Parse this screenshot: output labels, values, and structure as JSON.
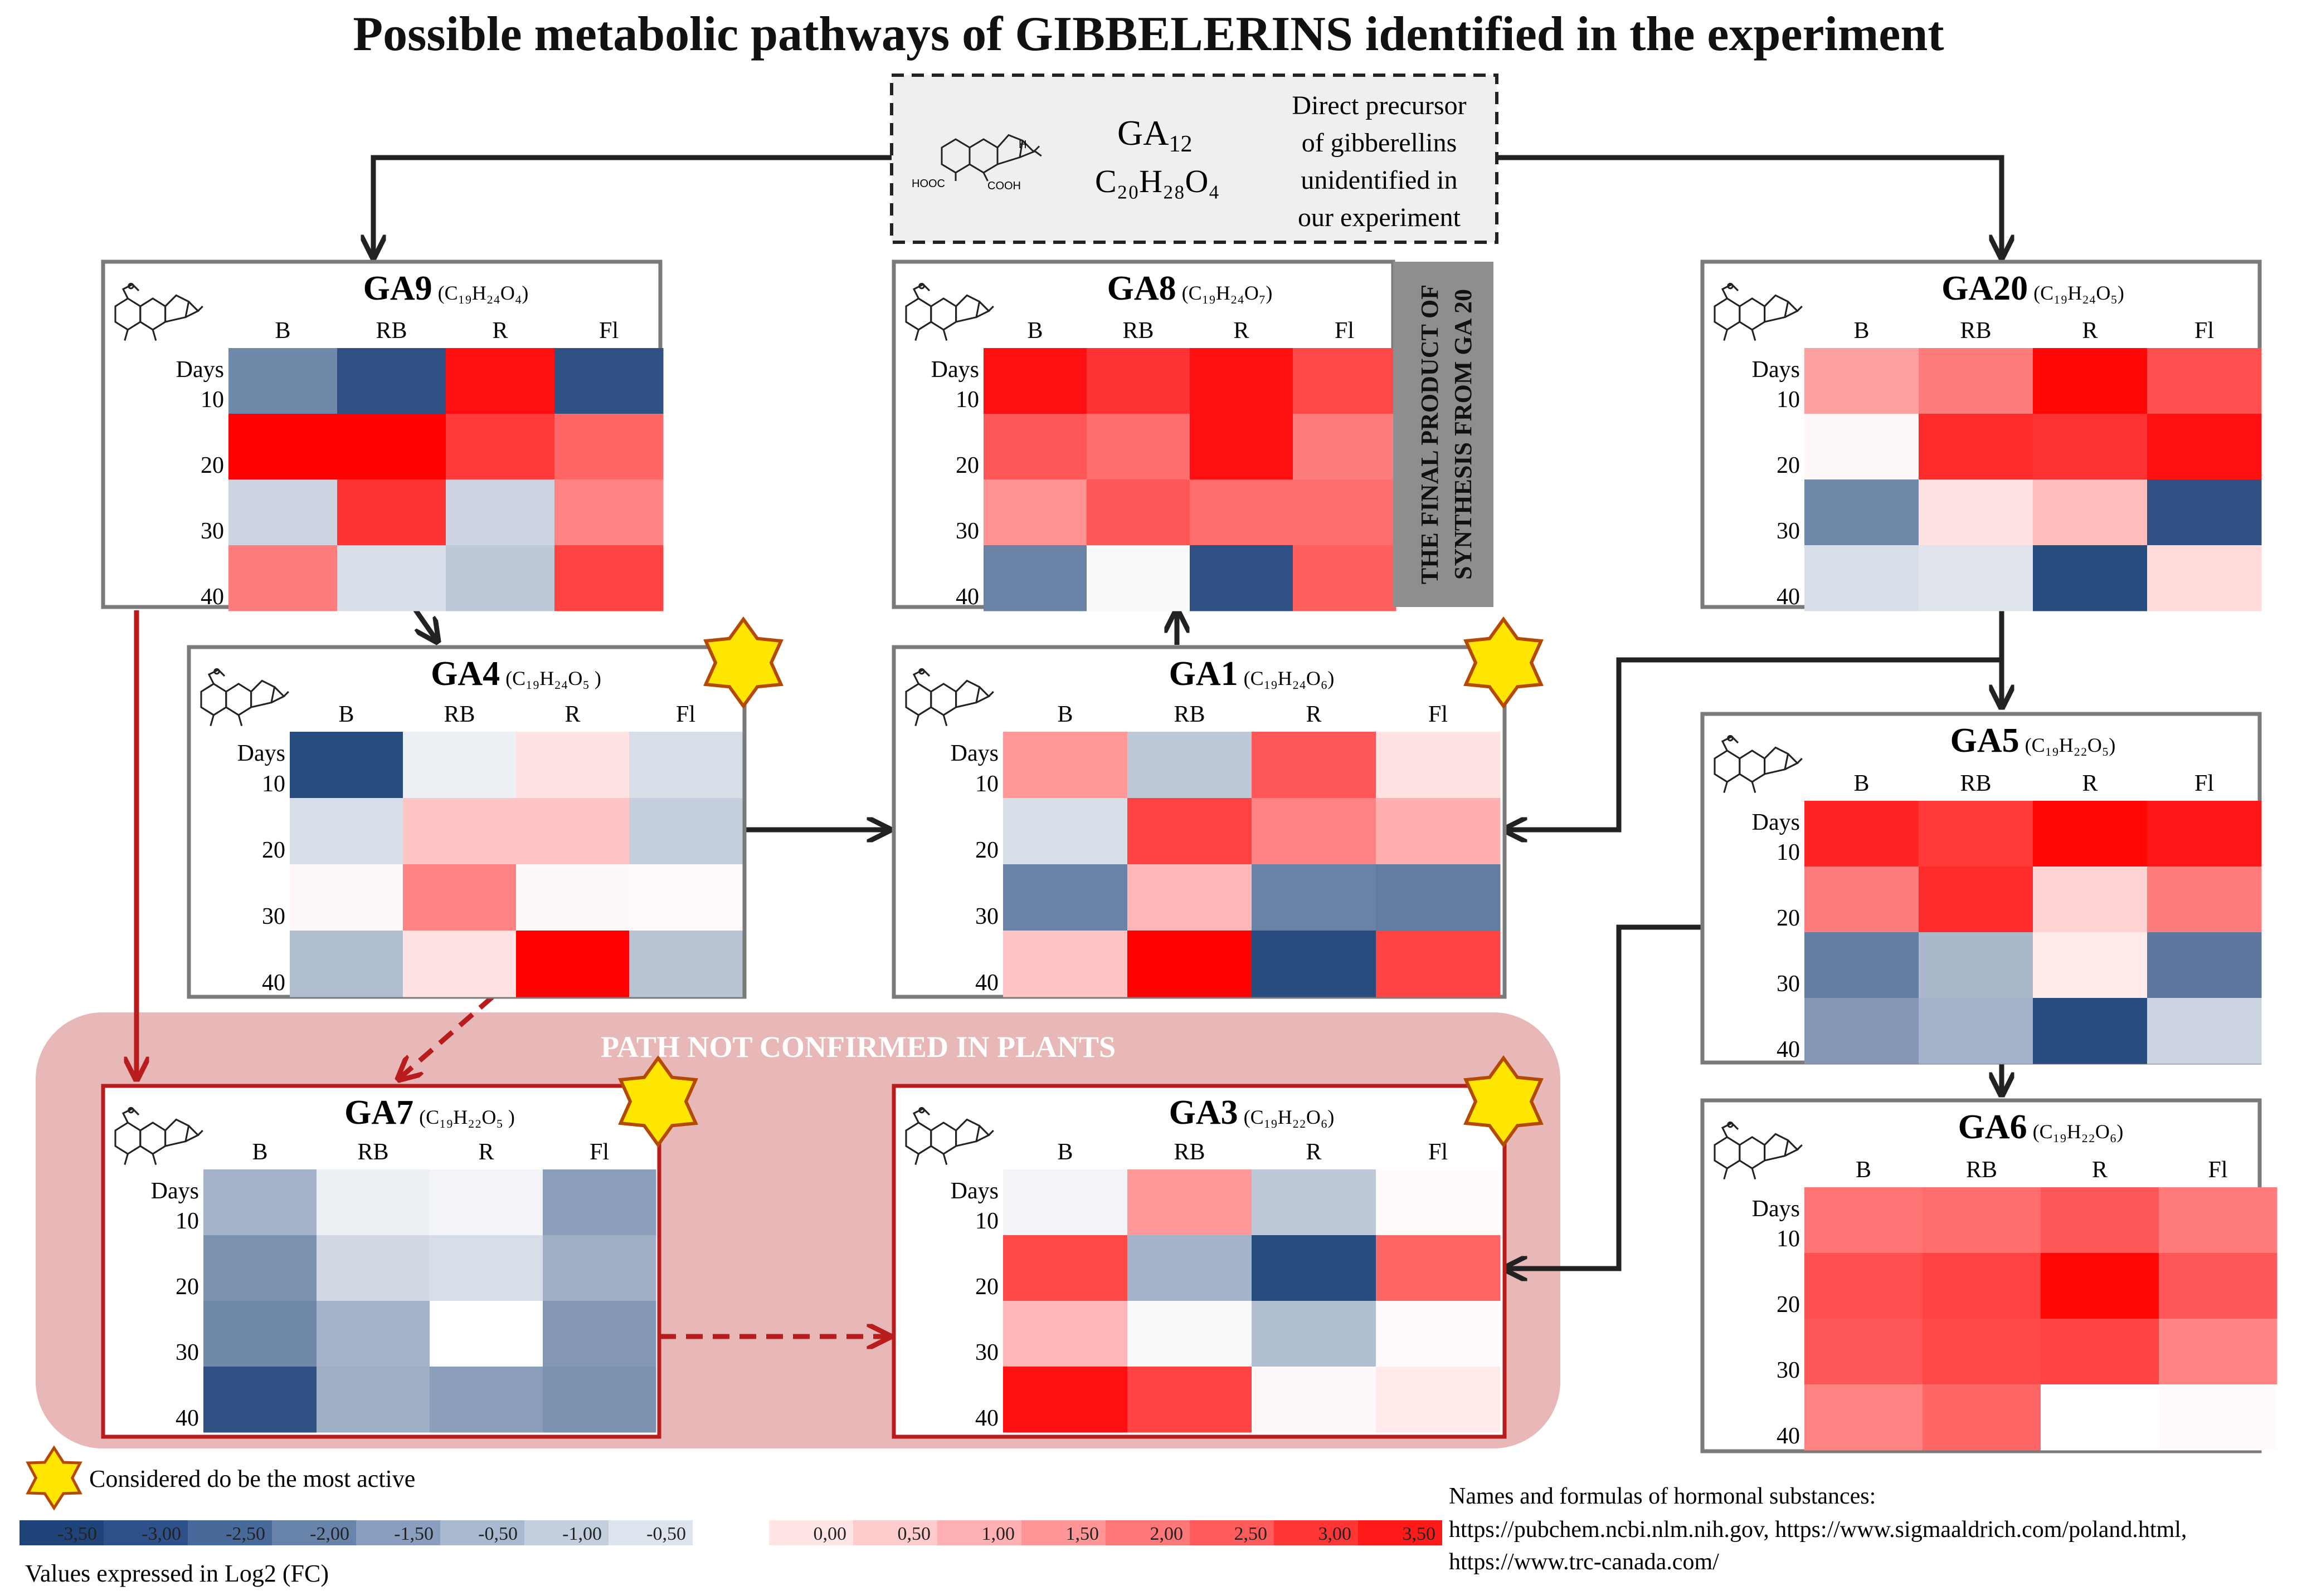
{
  "title": "Possible metabolic pathways of GIBBELERINS identified in the experiment",
  "col_labels": [
    "B",
    "RB",
    "R",
    "Fl"
  ],
  "days_label": "Days",
  "row_labels": [
    "10",
    "20",
    "30",
    "40"
  ],
  "precursor": {
    "name_prefix": "GA",
    "name_sub": "12",
    "formula": "C₂₀H₂₈O₄",
    "note_lines": [
      "Direct precursor",
      "of gibberellins",
      "unidentified in",
      "our experiment"
    ],
    "struct_labels": [
      "HOOC",
      "COOH",
      "H"
    ]
  },
  "final_product_note": [
    "THE FINAL PRODUCT OF",
    "SYNTHESIS FROM GA 20"
  ],
  "not_confirmed_label": "PATH NOT CONFIRMED IN PLANTS",
  "star_note": "Considered do be the most active",
  "legend": {
    "neg_labels": [
      "-3,50",
      "-3,00",
      "-2,50",
      "-2,00",
      "-1,50",
      "-0,50",
      "-1,00",
      "-0,50"
    ],
    "pos_labels": [
      "0,00",
      "0,50",
      "1,00",
      "1,50",
      "2,00",
      "2,50",
      "3,00",
      "3,50"
    ],
    "neg_colors": [
      "#1e4479",
      "#2d5188",
      "#486a9a",
      "#6884ab",
      "#8a9fbf",
      "#a9b9d0",
      "#c4cfde",
      "#dde4ee"
    ],
    "pos_colors": [
      "#ffe5e6",
      "#ffcccd",
      "#ffb0b2",
      "#ff9596",
      "#ff7779",
      "#ff5a5c",
      "#ff3536",
      "#ff1a1a"
    ],
    "units": "Values expressed  in Log2 (FC)"
  },
  "sources": {
    "title": "Names and formulas of hormonal substances:",
    "line1": "https://pubchem.ncbi.nlm.nih.gov,  https://www.sigmaaldrich.com/poland.html,",
    "line2": "https://www.trc-canada.com/"
  },
  "panels": [
    {
      "id": "ga9",
      "name": "GA9",
      "formula": "(C₁₉H₂₄O₄)",
      "star": false,
      "values": [
        [
          -2.2,
          -3.2,
          3.3,
          -3.2
        ],
        [
          3.5,
          3.5,
          2.7,
          2.1
        ],
        [
          -0.8,
          2.8,
          -0.8,
          1.7
        ],
        [
          1.8,
          -0.6,
          -1.0,
          2.6
        ]
      ]
    },
    {
      "id": "ga8",
      "name": "GA8",
      "formula": "(C₁₉H₂₄O₇)",
      "star": false,
      "values": [
        [
          3.3,
          2.8,
          3.3,
          2.5
        ],
        [
          2.3,
          2.0,
          3.3,
          1.8
        ],
        [
          1.5,
          2.3,
          2.0,
          2.0
        ],
        [
          -2.3,
          -0.1,
          -3.2,
          2.2
        ]
      ]
    },
    {
      "id": "ga20",
      "name": "GA20",
      "formula": "(C₁₉H₂₄O₅)",
      "star": false,
      "values": [
        [
          1.3,
          1.8,
          3.4,
          2.4
        ],
        [
          0.1,
          2.9,
          2.8,
          3.3
        ],
        [
          -2.2,
          0.4,
          0.9,
          -3.2
        ],
        [
          -0.6,
          -0.5,
          -3.3,
          0.5
        ]
      ]
    },
    {
      "id": "ga4",
      "name": "GA4",
      "formula": "(C₁₉H₂₄O₅ )",
      "star": true,
      "values": [
        [
          -3.3,
          -0.3,
          0.4,
          -0.6
        ],
        [
          -0.6,
          0.8,
          0.8,
          -0.9
        ],
        [
          0.1,
          1.7,
          0.1,
          0.05
        ],
        [
          -1.2,
          0.4,
          3.5,
          -1.1
        ]
      ]
    },
    {
      "id": "ga1",
      "name": "GA1",
      "formula": "(C₁₉H₂₄O₆)",
      "star": true,
      "values": [
        [
          1.4,
          -1.0,
          2.3,
          0.4
        ],
        [
          -0.6,
          2.6,
          1.7,
          1.1
        ],
        [
          -2.3,
          1.0,
          -2.3,
          -2.4
        ],
        [
          0.8,
          3.5,
          -3.3,
          2.6
        ]
      ]
    },
    {
      "id": "ga5",
      "name": "GA5",
      "formula": "(C₁₉H₂₂O₅)",
      "star": false,
      "values": [
        [
          3.0,
          2.7,
          3.4,
          3.2
        ],
        [
          1.8,
          2.9,
          0.6,
          1.8
        ],
        [
          -2.4,
          -1.3,
          0.3,
          -2.5
        ],
        [
          -1.9,
          -1.4,
          -3.3,
          -0.8
        ]
      ]
    },
    {
      "id": "ga7",
      "name": "GA7",
      "formula": "(C₁₉H₂₂O₅ )",
      "star": true,
      "values": [
        [
          -1.4,
          -0.3,
          -0.2,
          -1.8
        ],
        [
          -2.0,
          -0.7,
          -0.6,
          -1.5
        ],
        [
          -2.2,
          -1.4,
          0.0,
          -1.9
        ],
        [
          -3.2,
          -1.5,
          -1.8,
          -2.0
        ]
      ]
    },
    {
      "id": "ga3",
      "name": "GA3",
      "formula": "(C₁₉H₂₂O₆)",
      "star": true,
      "values": [
        [
          -0.2,
          1.4,
          -1.0,
          0.05
        ],
        [
          2.5,
          -1.4,
          -3.3,
          2.1
        ],
        [
          1.0,
          -0.1,
          -1.2,
          0.05
        ],
        [
          3.3,
          2.6,
          0.1,
          0.3
        ]
      ]
    },
    {
      "id": "ga6",
      "name": "GA6",
      "formula": "(C₁₉H₂₂O₆)",
      "star": false,
      "values": [
        [
          1.9,
          2.0,
          2.3,
          1.8
        ],
        [
          2.4,
          2.6,
          3.4,
          2.3
        ],
        [
          2.3,
          2.5,
          2.6,
          1.7
        ],
        [
          1.7,
          2.1,
          0.0,
          0.05
        ]
      ]
    }
  ]
}
